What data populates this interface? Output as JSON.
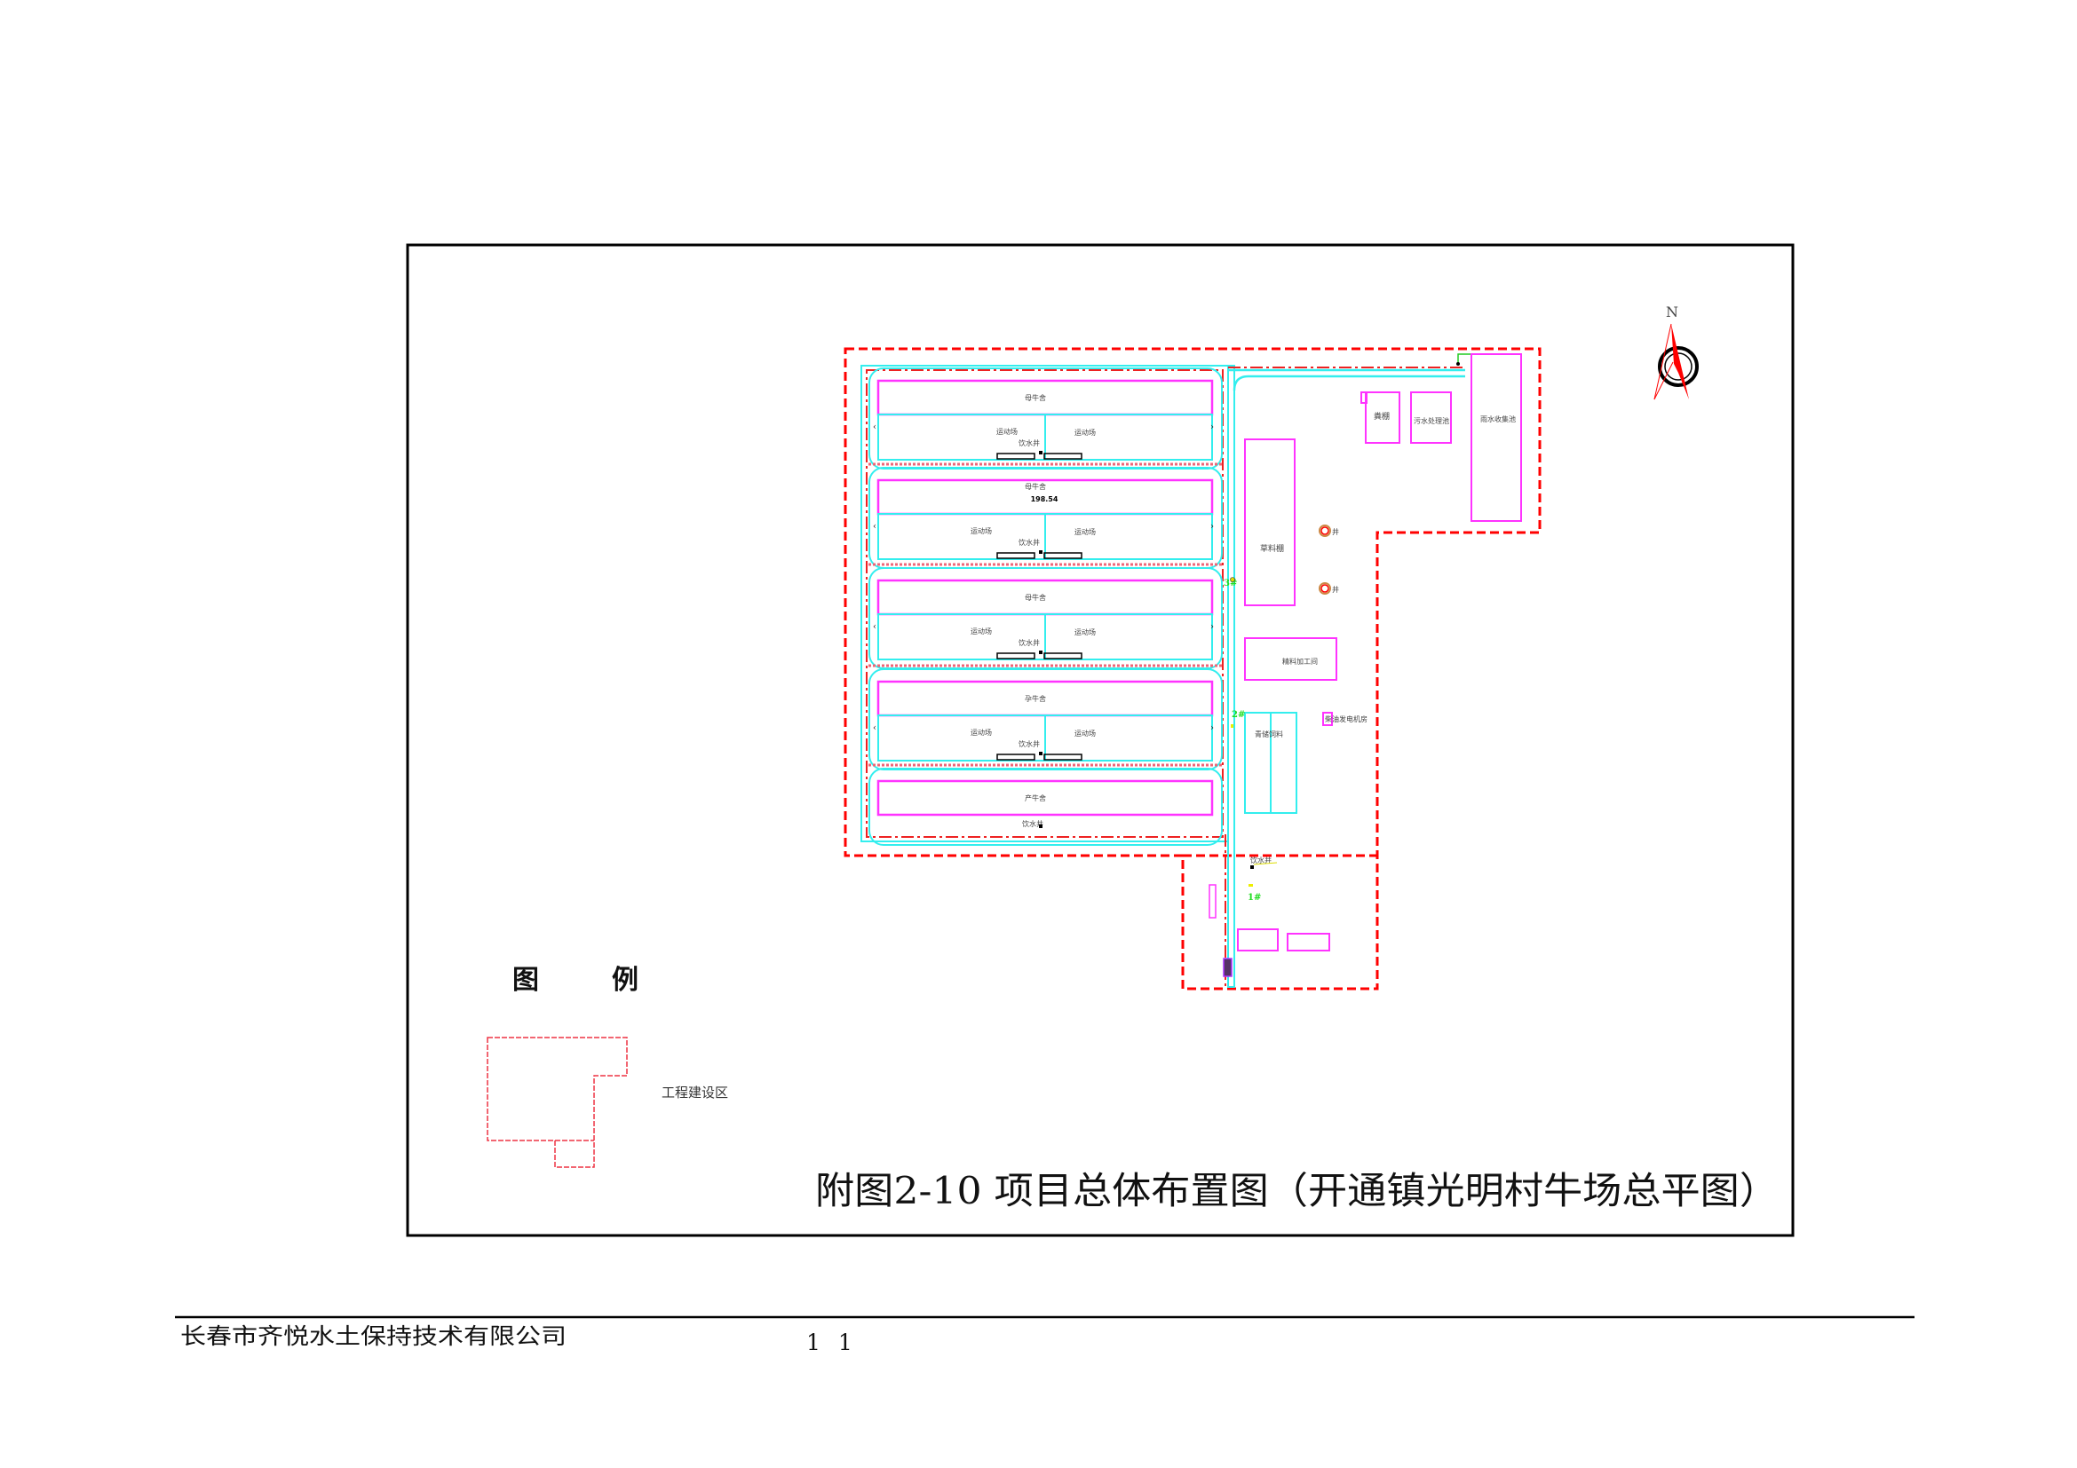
{
  "plan": {
    "north": "N",
    "barns": [
      {
        "name": "母牛舍",
        "yard_left": "运动场",
        "yard_right": "运动场",
        "well": "饮水井",
        "elevation": ""
      },
      {
        "name": "母牛舍",
        "yard_left": "运动场",
        "yard_right": "运动场",
        "well": "饮水井",
        "elevation": "198.54"
      },
      {
        "name": "母牛舍",
        "yard_left": "运动场",
        "yard_right": "运动场",
        "well": "饮水井",
        "elevation": ""
      },
      {
        "name": "孕牛舍",
        "yard_left": "运动场",
        "yard_right": "运动场",
        "well": "饮水井",
        "elevation": ""
      },
      {
        "name": "产牛舍",
        "yard_left": "",
        "yard_right": "",
        "well": "饮水井",
        "elevation": ""
      }
    ],
    "manure_shed": "粪棚",
    "sewage_pool": "污水处理池",
    "rainwater_pool": "雨水收集池",
    "hay_shed": "草料棚",
    "well_1": "井",
    "well_2": "井",
    "feed_room": "精料加工间",
    "silage": "青储饲料",
    "generator_room": "柴油发电机房",
    "drinking_well": "饮水井",
    "marker_1": "1#",
    "marker_2": "2#",
    "marker_3": "3#"
  },
  "legend": {
    "title_1": "图",
    "title_2": "例",
    "construction_area": "工程建设区"
  },
  "title": "附图2-10  项目总体布置图（开通镇光明村牛场总平图）",
  "footer": {
    "company": "长春市齐悦水土保持技术有限公司",
    "page": "1 1"
  },
  "colors": {
    "boundary": "#ff0000",
    "building": "#ff33ff",
    "road": "#33eeee",
    "marker": "#22dd22"
  }
}
